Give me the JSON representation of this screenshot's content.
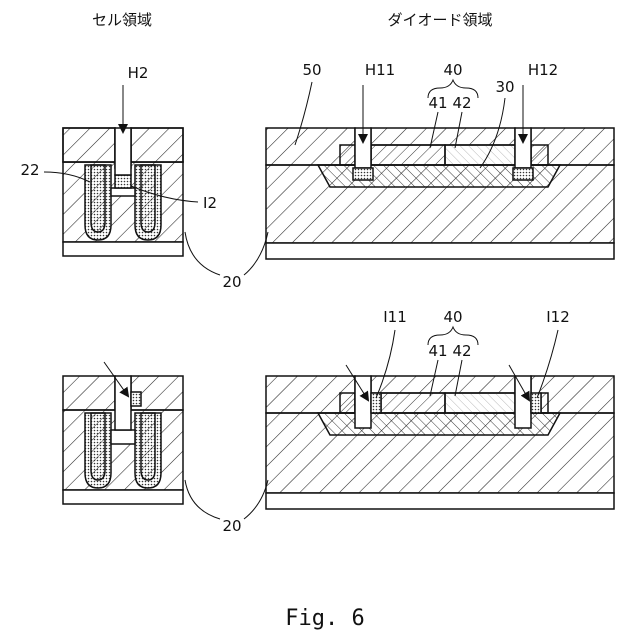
{
  "headers": {
    "cell_region": "セル領域",
    "diode_region": "ダイオード領域"
  },
  "labels": {
    "h2": "H2",
    "i2": "I2",
    "n22": "22",
    "n20": "20",
    "n50": "50",
    "h11": "H11",
    "n40": "40",
    "n41": "41",
    "n42": "42",
    "n30": "30",
    "h12": "H12",
    "i11": "I11",
    "i12": "I12"
  },
  "caption": "Fig. 6"
}
